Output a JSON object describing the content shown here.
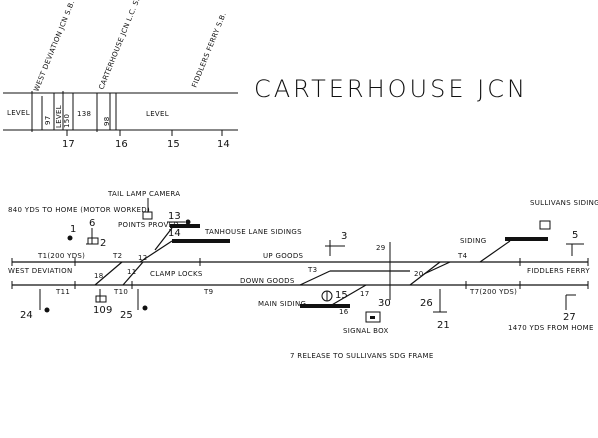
{
  "title": "CARTERHOUSE JCN",
  "profile": {
    "signal_boxes": [
      "WEST DEVIATION JCN S.B.",
      "CARTERHOUSE JCN L.C. S.B.",
      "FIDDLERS FERRY S.B."
    ],
    "gradients": [
      "LEVEL",
      "97",
      "LEVEL",
      "150",
      "138",
      "98",
      "LEVEL"
    ],
    "mileposts": [
      "17",
      "16",
      "15",
      "14"
    ]
  },
  "annotations": {
    "tail_lamp_camera": "TAIL LAMP CAMERA",
    "points_proved": "POINTS PROVED",
    "tanhouse_lane_sidings": "TANHOUSE LANE SIDINGS",
    "up_goods": "UP GOODS",
    "down_goods": "DOWN GOODS",
    "clamp_locks": "CLAMP LOCKS",
    "main_siding": "MAIN SIDING",
    "signal_box": "SIGNAL BOX",
    "siding": "SIDING",
    "sullivans_siding_frame": "SULLIVANS SIDING FRAME",
    "west_deviation": "WEST DEVIATION",
    "fiddlers_ferry": "FIDDLERS FERRY",
    "distance_home_west": "840 YDS TO HOME (MOTOR WORKED)",
    "distance_home_east": "1470 YDS FROM HOME",
    "track_circuits": [
      "T1(200 YDS)",
      "T2",
      "T3",
      "T4",
      "T7(200 YDS)",
      "T9",
      "T10",
      "T11"
    ],
    "footnote": "7 RELEASE TO SULLIVANS SDG FRAME"
  },
  "signals": [
    "6",
    "2",
    "1",
    "13",
    "14",
    "12",
    "11",
    "18",
    "10",
    "9",
    "25",
    "24",
    "3",
    "29",
    "30",
    "15",
    "16",
    "17",
    "20",
    "26",
    "21",
    "27",
    "5"
  ]
}
